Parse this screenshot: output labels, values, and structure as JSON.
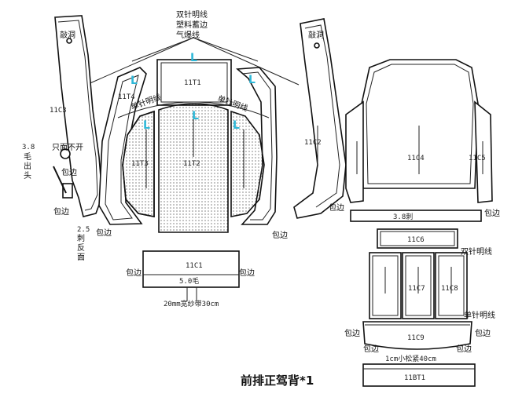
{
  "title": "前排正驾背*1",
  "top_labels": [
    "双针明线",
    "塑料蓄边",
    "气爆线"
  ],
  "pieces": {
    "c3": "11C3",
    "t4": "11T4",
    "t1": "11T1",
    "t3": "11T3",
    "t2": "11T2",
    "c2": "11C2",
    "c4": "11C4",
    "c5": "11C5",
    "c6": "11C6",
    "c1": "11C1",
    "c7": "11C7",
    "c8": "11C8",
    "c9": "11C9",
    "bt1": "11BT1"
  },
  "markers": {
    "l": "L"
  },
  "notes": {
    "qiaodong": "敲洞",
    "danzhen_a": "单针明线",
    "danzhen_b": "单针明线",
    "maochutou_num": "3.8",
    "maochutou_a": "毛",
    "maochutou_b": "出",
    "maochutou_c": "头",
    "zhikongbukai": "只面不开",
    "baobian": "包边",
    "cifan_num": "2.5",
    "cifan_a": "刺",
    "cifan_b": "反",
    "cifan_c": "面",
    "ci_38": "3.8刺",
    "mao_50": "5.0毛",
    "shuangzhen": "双针明线",
    "danzhen": "单针明线",
    "kuangsha": "20mm宽纱带30cm",
    "songjin": "1cm小松紧40cm"
  },
  "colors": {
    "l_marker": "#2fb8d8",
    "line": "#111111"
  }
}
